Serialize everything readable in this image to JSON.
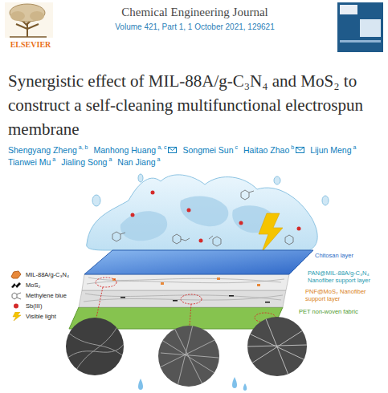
{
  "diagram": {
    "title": "Synergistic effect of MIL-88A/g-C₃N₄ and MoS₂ to construct a self-cleaning multifunctional electrospun membrane",
    "labels": [
      "Chemical Engineering Journal",
      "Volume 421, Part 1, 1 October 2021, 129621",
      "ELSEVIER",
      "Shengyang Zheng",
      "a, b",
      "Manhong Huang",
      "a, c",
      "Songmei Sun",
      "c",
      "Haitao Zhao",
      "b",
      "Lijun Meng",
      "a",
      "Tianwei Mu",
      "a",
      "Jialing Song",
      "a",
      "Nan Jiang",
      "a",
      "Chitosan layer",
      "PAN@MIL-88A/g-C₃N₄ Nanofiber support layer",
      "PNF@MoS₂ Nanofiber support layer",
      "PET non-woven fabric"
    ],
    "legend": [
      {
        "text": "MIL-88A/g-C₃N₄"
      },
      {
        "text": "MoS₂"
      },
      {
        "text": "Methylene blue"
      },
      {
        "text": "Sb(III)"
      },
      {
        "text": "Visible light"
      }
    ]
  }
}
